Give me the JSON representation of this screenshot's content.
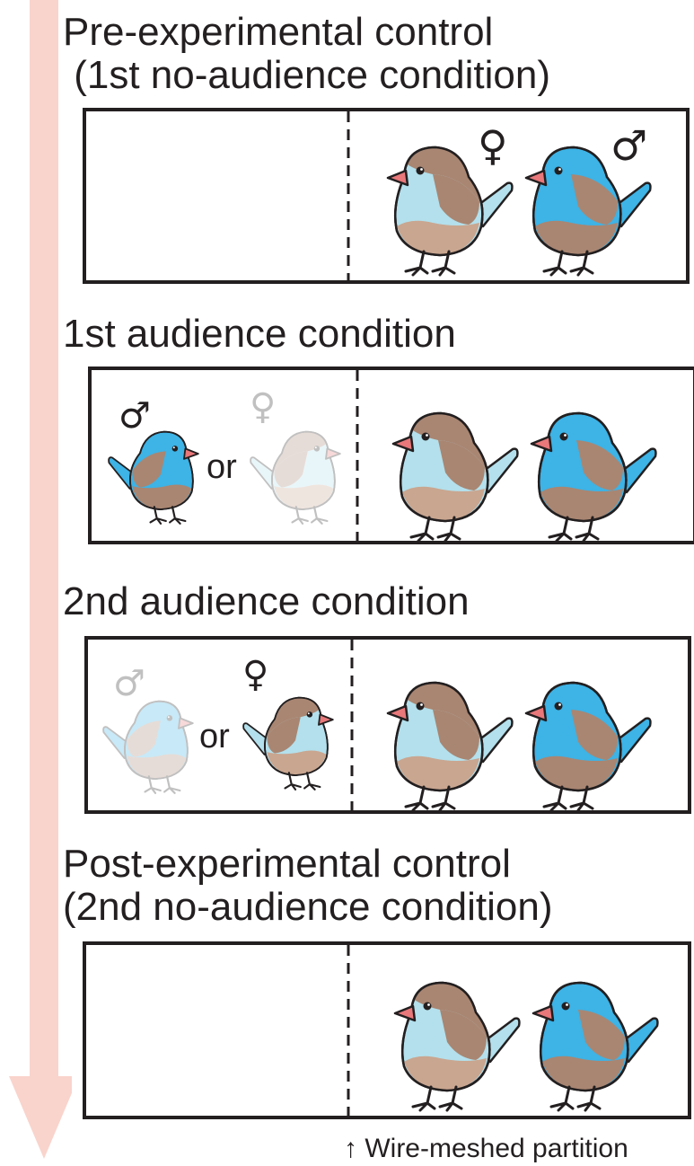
{
  "conditions": [
    {
      "id": "pre",
      "title_line1": "Pre-experimental control",
      "title_line2": " (1st no-audience condition)",
      "audience": null
    },
    {
      "id": "aud1",
      "title_line1": "1st audience condition",
      "title_line2": "",
      "audience": {
        "left_symbol": "♂",
        "right_symbol": "♀",
        "connector": "or",
        "highlight": "male"
      }
    },
    {
      "id": "aud2",
      "title_line1": "2nd audience condition",
      "title_line2": "",
      "audience": {
        "left_symbol": "♂",
        "right_symbol": "♀",
        "connector": "or",
        "highlight": "female"
      }
    },
    {
      "id": "post",
      "title_line1": "Post-experimental control",
      "title_line2": "(2nd no-audience condition)",
      "audience": null
    }
  ],
  "pair_symbols": {
    "female": "♀",
    "male": "♂"
  },
  "partition_note": "↑ Wire-meshed partition",
  "colors": {
    "arrow": "#f9d4cc",
    "male_body": "#3db3e6",
    "female_body": "#b3e0ec",
    "wing": "#a98672",
    "belly": "#c9a690",
    "beak": "#e8787a",
    "outline": "#231f20"
  }
}
